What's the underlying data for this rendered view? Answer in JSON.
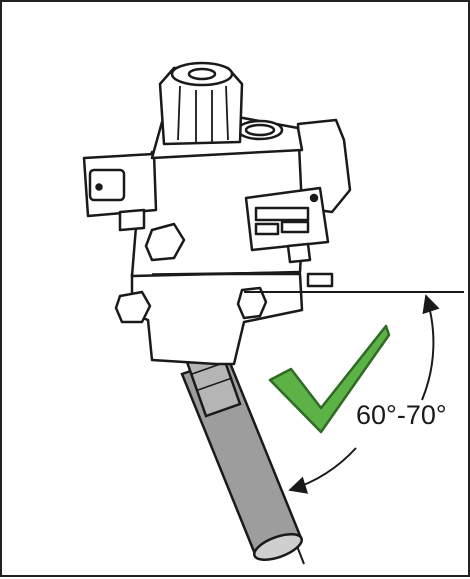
{
  "diagram": {
    "angle_label": "60°-70°",
    "angle_range_deg": [
      60,
      70
    ],
    "check_icon": "check-mark-icon",
    "colors": {
      "line": "#1a1a1a",
      "check_fill": "#5cb247",
      "check_outline": "#2f6b25",
      "hose_fill": "#9d9d9d"
    }
  }
}
